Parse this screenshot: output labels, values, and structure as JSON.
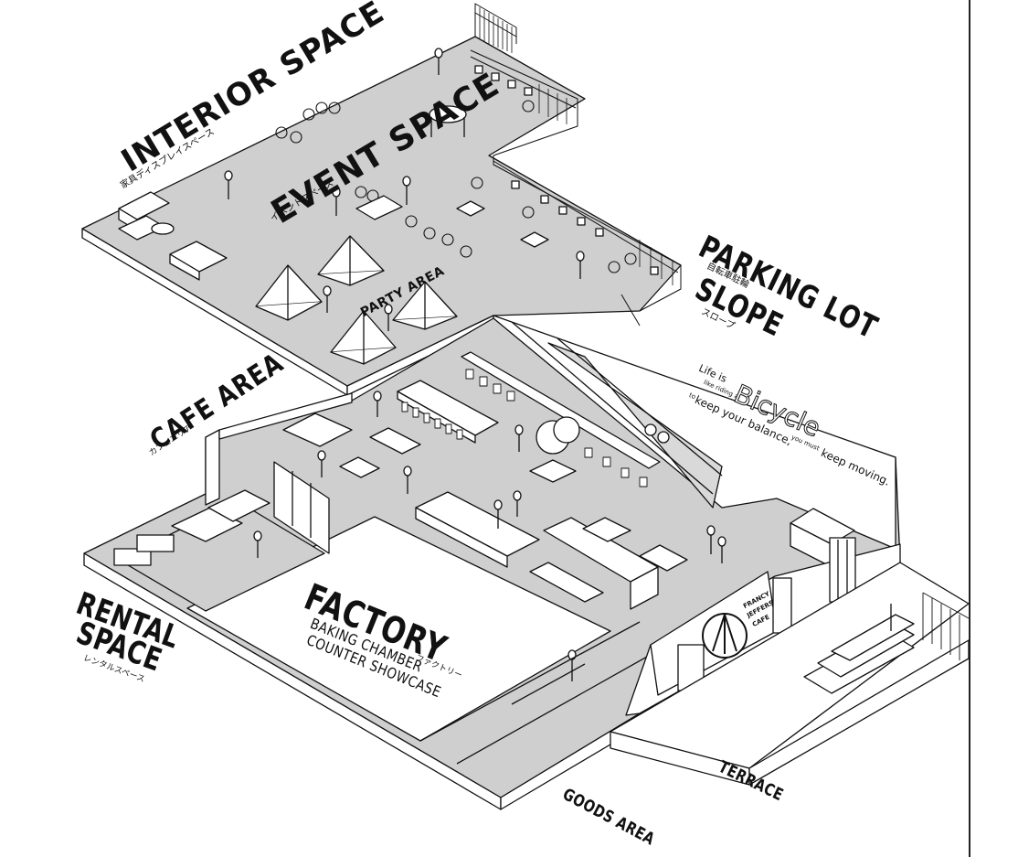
{
  "labels": {
    "interior_space": "INTERIOR SPACE",
    "interior_space_sub": "家具ディスプレイスペース",
    "event_space": "EVENT SPACE",
    "event_space_sub": "イベントスペース",
    "party_area": "PARTY AREA",
    "parking_lot": "PARKING LOT",
    "parking_lot_sub": "自転車駐輪",
    "slope": "SLOPE",
    "slope_sub": "スロープ",
    "cafe_area": "CAFE AREA",
    "cafe_area_sub": "カフェエリア",
    "rental_space_1": "RENTAL",
    "rental_space_2": "SPACE",
    "rental_space_sub": "レンタルスペース",
    "factory": "FACTORY",
    "factory_sub": "ファクトリー",
    "baking_chamber": "BAKING CHAMBER",
    "counter_showcase": "COUNTER SHOWCASE",
    "goods_area": "GOODS AREA",
    "terrace": "TERRACE"
  },
  "wall_quote": {
    "line1": "Life is",
    "line2": "like riding a",
    "bicycle": "Bicycle",
    "line3_pre": "to",
    "line3": "keep your balance,",
    "line3_post": "you must",
    "line4": "keep moving."
  },
  "shop_sign": {
    "line1": "FRANCY",
    "line2": "JEFFERS",
    "line3": "CAFE"
  },
  "colors": {
    "floor": "#cfcfcf",
    "floor_dark": "#b9b9b9",
    "wall": "#ffffff",
    "stroke": "#111111",
    "accent": "#111111"
  }
}
